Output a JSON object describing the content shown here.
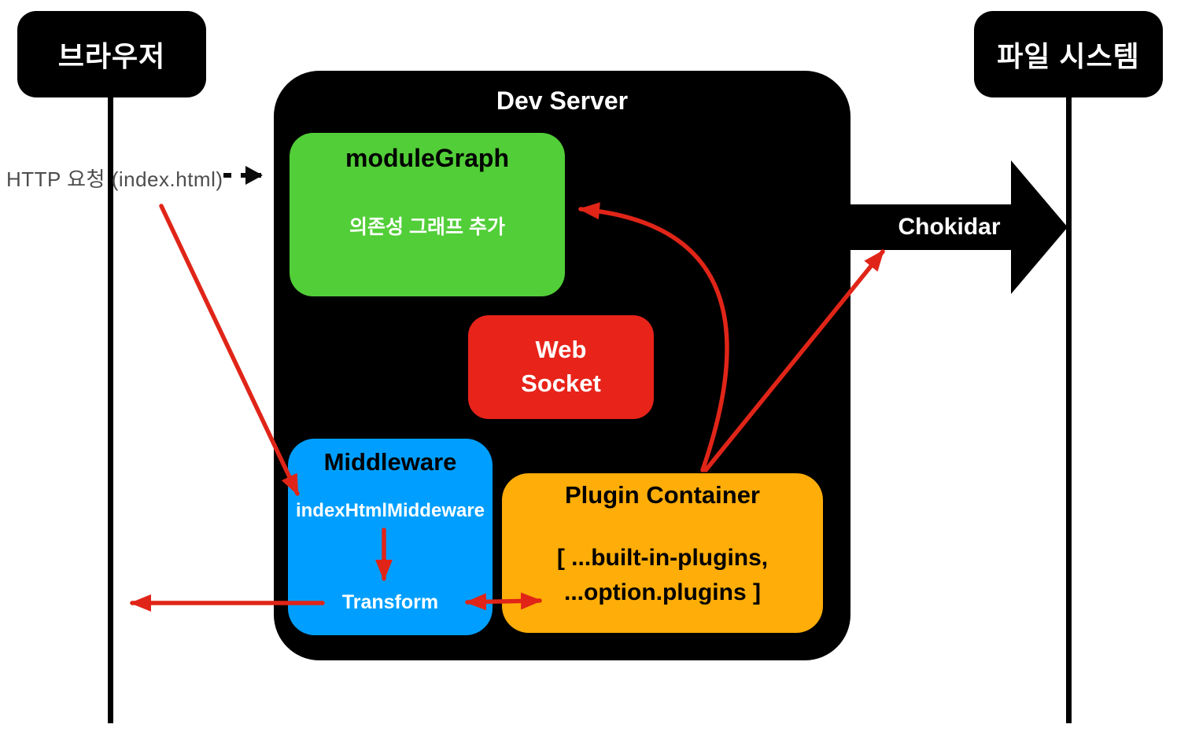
{
  "diagram": {
    "actors": {
      "browser": "브라우저",
      "file_system": "파일 시스템"
    },
    "dev_server": {
      "title": "Dev Server",
      "module_graph": {
        "title": "moduleGraph",
        "note": "의존성 그래프 추가"
      },
      "web_socket": {
        "line1": "Web",
        "line2": "Socket"
      },
      "middleware": {
        "title": "Middleware",
        "handler": "indexHtmlMiddeware",
        "transform": "Transform"
      },
      "plugin_container": {
        "title": "Plugin Container",
        "plugins_line1": "[ ...built-in-plugins,",
        "plugins_line2": "...option.plugins ]"
      }
    },
    "edges": {
      "http_request": "HTTP 요청 (index.html)",
      "chokidar": "Chokidar"
    },
    "colors": {
      "module_graph_green": "#52CE38",
      "web_socket_red": "#E8231A",
      "middleware_blue": "#009FFF",
      "plugin_container_orange": "#FFAD08",
      "arrow_red": "#E02518",
      "box_black": "#000000",
      "http_label_gray": "#4D4D4D"
    }
  }
}
